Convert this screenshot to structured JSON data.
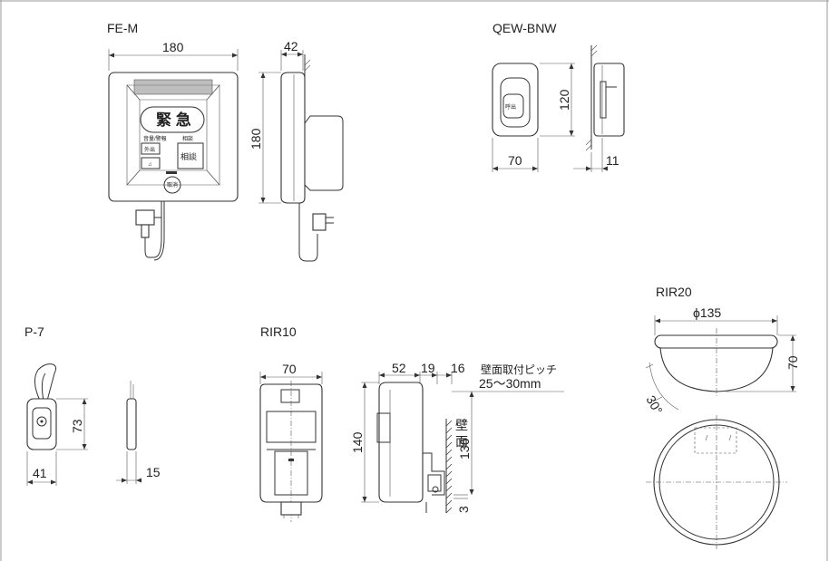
{
  "models": {
    "fe_m": "FE-M",
    "qew_bnw": "QEW-BNW",
    "p7": "P-7",
    "rir10": "RIR10",
    "rir20": "RIR20"
  },
  "fe_m": {
    "width": "180",
    "depth": "42",
    "height": "180",
    "emergency_label": "緊 急",
    "consult_label": "相談",
    "outside_label": "外出",
    "cancel_label": "取消",
    "speaker_label": "音量/警報",
    "consult_small": "相談"
  },
  "qew_bnw": {
    "height": "120",
    "width": "70",
    "depth": "11",
    "button_label": "呼出"
  },
  "p7": {
    "height": "73",
    "width": "41",
    "depth": "15"
  },
  "rir10": {
    "width": "70",
    "height": "140",
    "dim_a": "52",
    "dim_b": "19",
    "dim_c": "16",
    "dim_d": "136",
    "dim_e": "3",
    "note_line1": "壁面取付ピッチ",
    "note_line2": "25〜30mm",
    "wall_label_1": "壁",
    "wall_label_2": "面"
  },
  "rir20": {
    "diameter": "ϕ135",
    "height": "70",
    "angle": "30°"
  }
}
